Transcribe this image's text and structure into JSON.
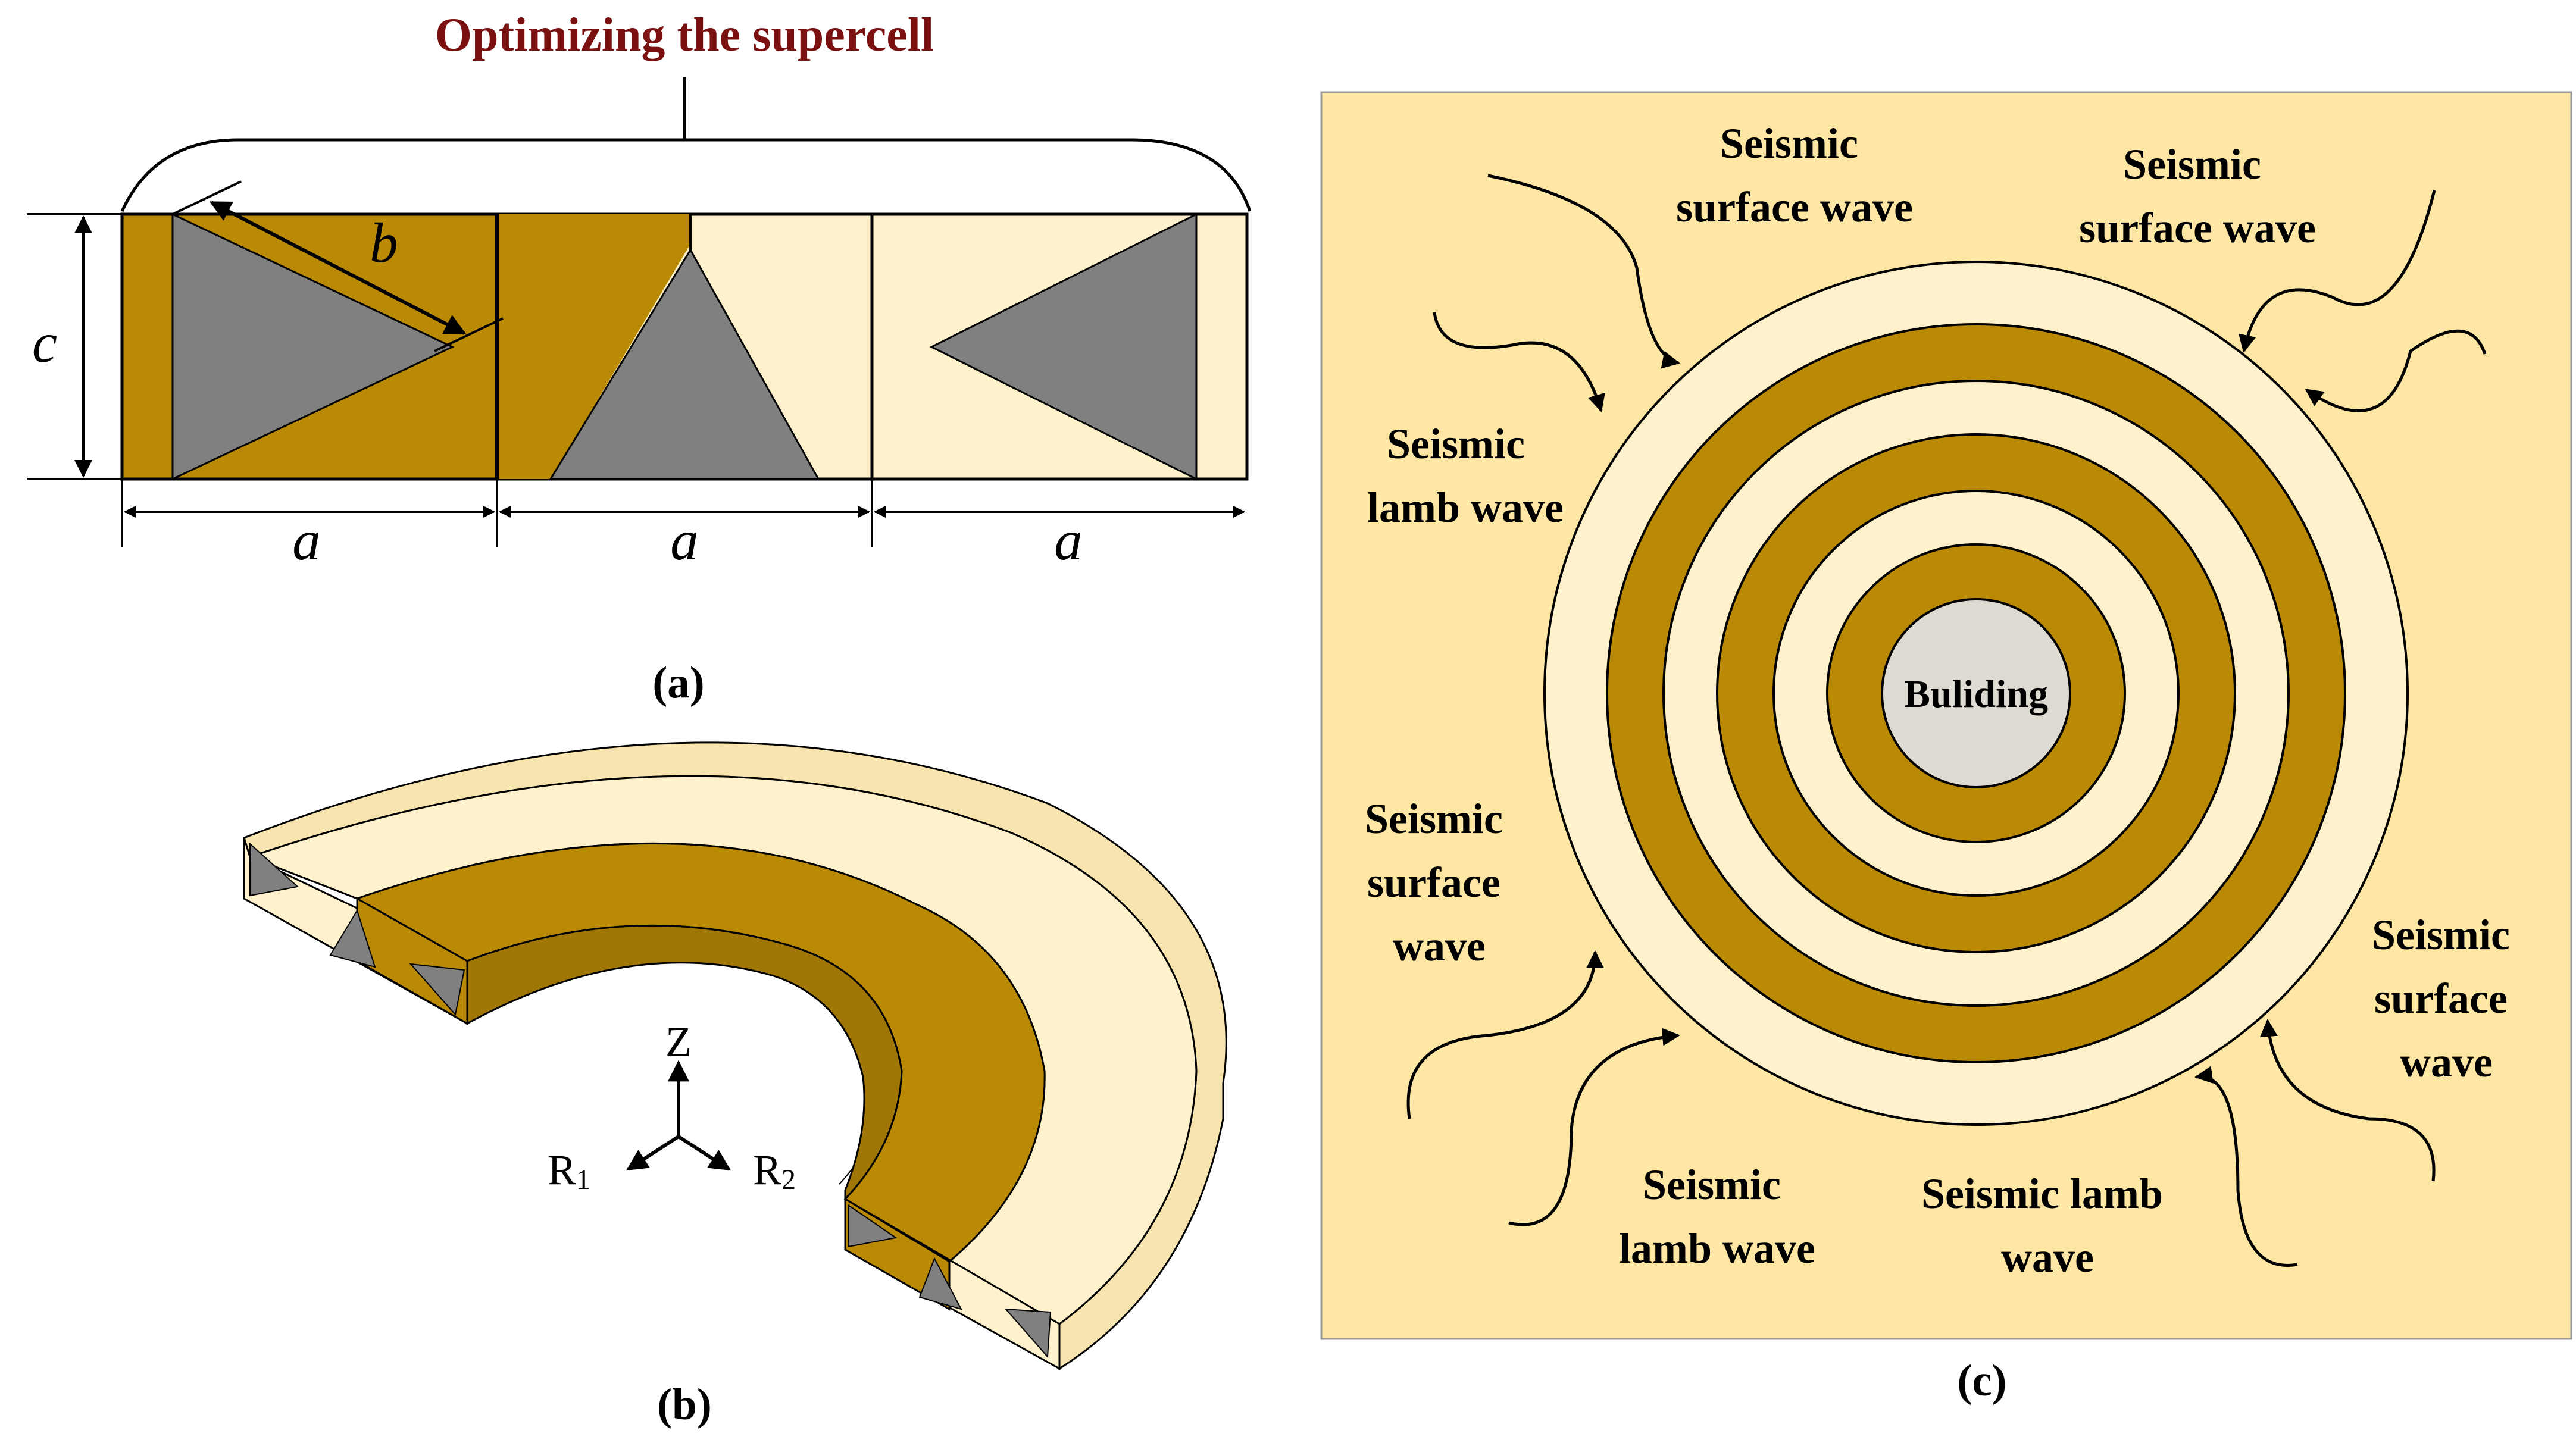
{
  "panel_a": {
    "title": "Optimizing the supercell",
    "dim_b": "b",
    "dim_c": "c",
    "dim_a": [
      "a",
      "a",
      "a"
    ],
    "caption": "(a)"
  },
  "panel_b": {
    "axis_z": "Z",
    "axis_r1": "R",
    "axis_r1_sub": "1",
    "axis_r2": "R",
    "axis_r2_sub": "2",
    "caption": "(b)"
  },
  "panel_c": {
    "center_label": "Buliding",
    "caption": "(c)",
    "labels": {
      "top_mid": [
        "Seismic",
        "surface wave"
      ],
      "top_right": [
        "Seismic",
        "surface wave"
      ],
      "left_upper": [
        "Seismic",
        "lamb wave"
      ],
      "left_lower": [
        "Seismic",
        "surface",
        "wave"
      ],
      "right_lower": [
        "Seismic",
        "surface",
        "wave"
      ],
      "bottom_left": [
        "Seismic",
        "lamb wave"
      ],
      "bottom_right": [
        "Seismic lamb",
        "wave"
      ]
    }
  },
  "colors": {
    "gold": "#BB8A04",
    "cream": "#FEF1CC",
    "gray": "#808080",
    "panel_bg": "#FEE6A4",
    "building": "#DEDBD2",
    "title_red": "#7B1010"
  }
}
